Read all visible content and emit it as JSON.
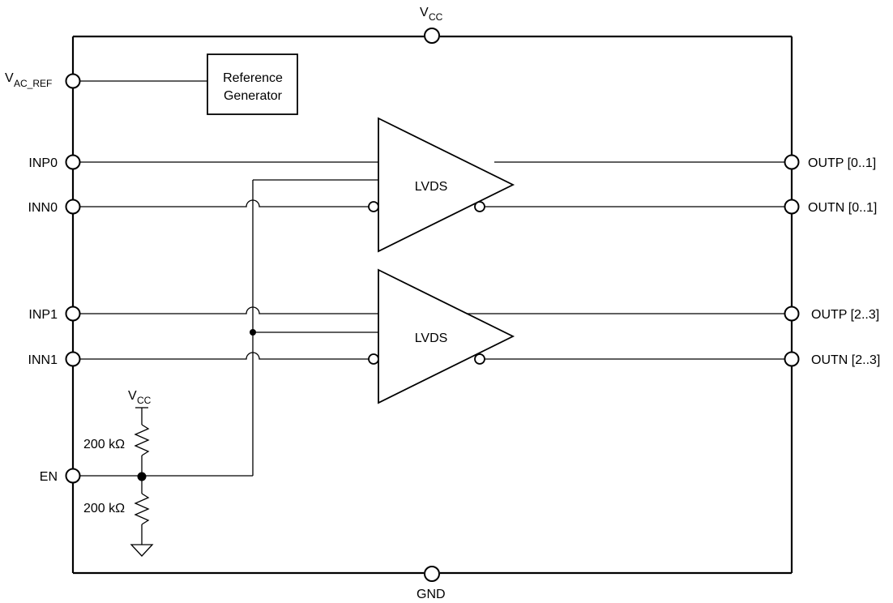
{
  "power": {
    "vcc_main": "V",
    "vcc_main_sub": "CC",
    "gnd": "GND",
    "vcc_pullup": "V",
    "vcc_pullup_sub": "CC"
  },
  "pins_left": {
    "vac_ref": "V",
    "vac_ref_sub": "AC_REF",
    "inp0": "INP0",
    "inn0": "INN0",
    "inp1": "INP1",
    "inn1": "INN1",
    "en": "EN"
  },
  "pins_right": {
    "outp01": "OUTP [0..1]",
    "outn01": "OUTN [0..1]",
    "outp23": "OUTP [2..3]",
    "outn23": "OUTN [2..3]"
  },
  "blocks": {
    "ref_gen_line1": "Reference",
    "ref_gen_line2": "Generator",
    "buffer0": "LVDS",
    "buffer1": "LVDS"
  },
  "resistors": {
    "pullup": "200 kΩ",
    "pulldown": "200 kΩ"
  }
}
